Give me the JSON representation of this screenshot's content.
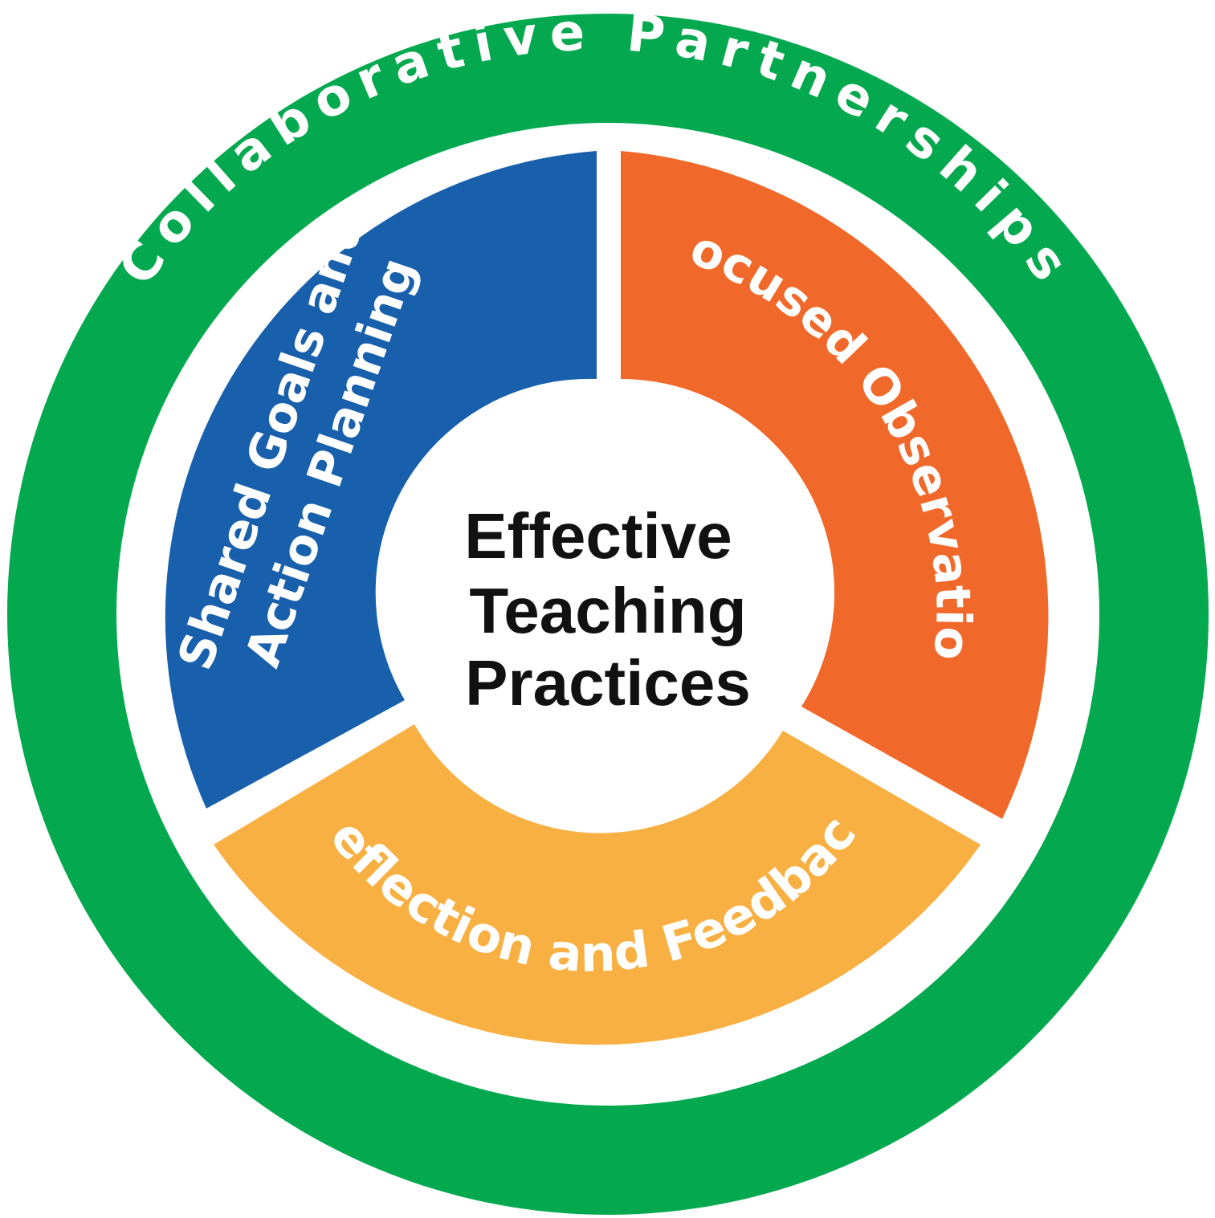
{
  "title": "Effective Teaching Practices",
  "center": {
    "lines": [
      "Effective",
      "Teaching",
      "Practices"
    ]
  },
  "ring": {
    "label": "Collaborative Partnerships"
  },
  "segments": [
    {
      "id": "shared-goals",
      "lines": [
        "Shared Goals and",
        "Action Planning"
      ]
    },
    {
      "id": "focused-observation",
      "lines": [
        "Focused Observation"
      ]
    },
    {
      "id": "reflection-feedback",
      "lines": [
        "Reflection and Feedback"
      ]
    }
  ],
  "colors": {
    "ring": "#04a94f",
    "shared_goals": "#1860ab",
    "focused_observation": "#f0692a",
    "reflection_feedback": "#f8b043",
    "text_light": "#ffffff",
    "text_dark": "#111111",
    "background": "#ffffff"
  }
}
